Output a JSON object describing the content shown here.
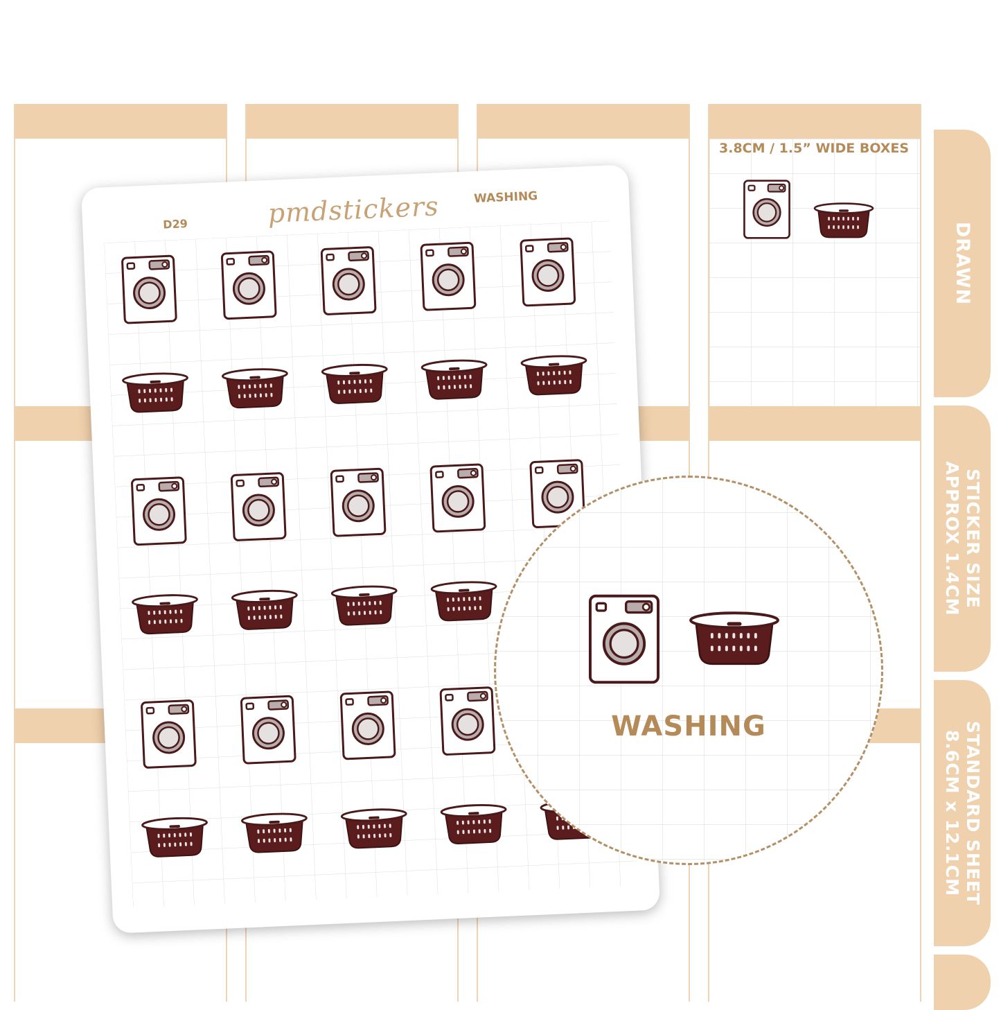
{
  "tabs": [
    {
      "label": "DRAWN"
    },
    {
      "label": "STICKER SIZE\nAPPROX 1.4CM"
    },
    {
      "label": "STANDARD SHEET\n8.6CM x 12.1CM"
    },
    {
      "label": ""
    }
  ],
  "wide_boxes_label": "3.8CM / 1.5” WIDE BOXES",
  "sheet": {
    "code": "D29",
    "brand": "pmdstickers",
    "title": "WASHING"
  },
  "magnifier": {
    "title": "WASHING"
  },
  "icons": [
    "washing-machine-icon",
    "laundry-basket-icon"
  ],
  "colors": {
    "tan": "#f0d1ad",
    "gold_text": "#b48a58",
    "basket": "#5a1c1c",
    "outline": "#4a1a1a",
    "drum": "#c9bdbd"
  }
}
